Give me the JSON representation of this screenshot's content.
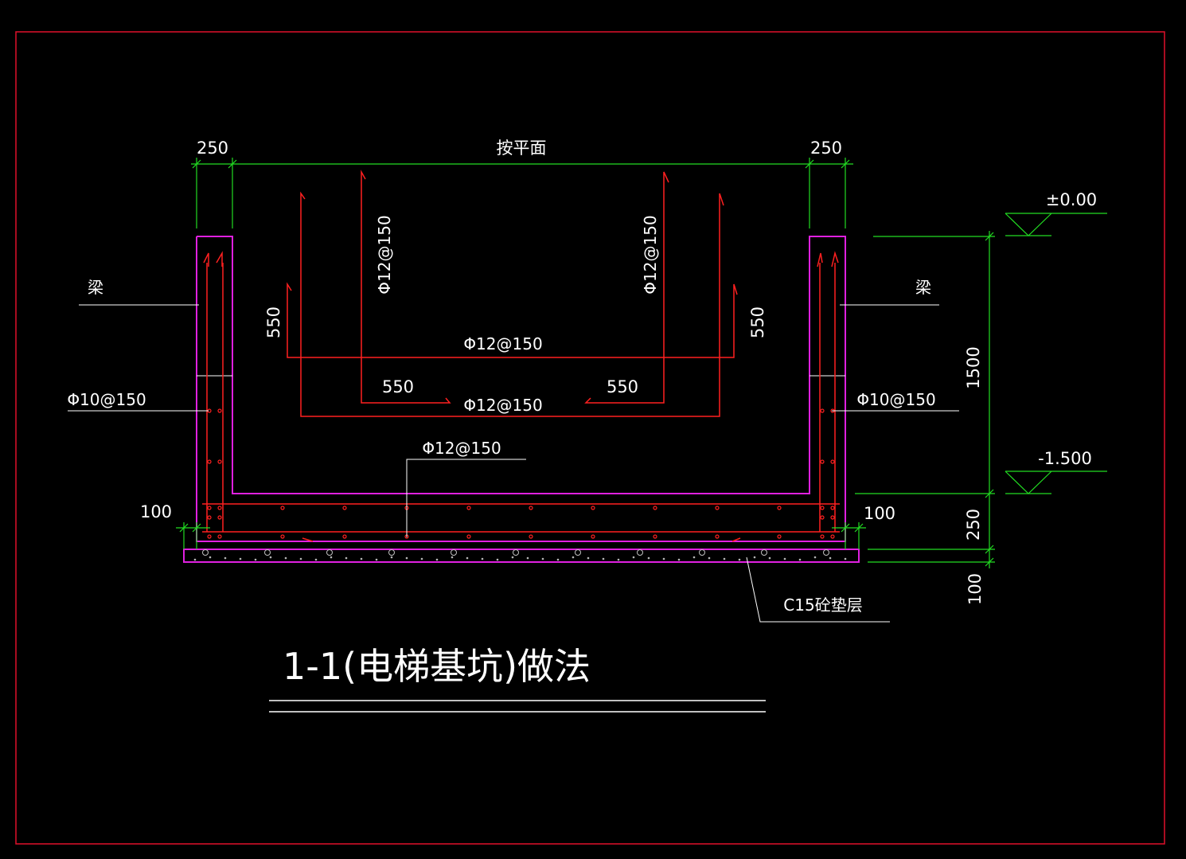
{
  "drawing": {
    "title": "1-1(电梯基坑)做法",
    "colors": {
      "background": "#000000",
      "frame": "#e0102a",
      "outline": "#e020e0",
      "rebar": "#ff2020",
      "dimension": "#22dd22",
      "text": "#ffffff",
      "leader": "#ffffff"
    },
    "dimensions": {
      "top_left": "250",
      "top_mid": "按平面",
      "top_right": "250",
      "left_bottom": "100",
      "right_bottom": "100",
      "right_height": "1500",
      "right_slab": "250",
      "right_pad": "100",
      "hook_left_vert": "550",
      "hook_right_vert": "550",
      "hook_left_horz": "550",
      "hook_right_horz": "550"
    },
    "elevations": {
      "top": "±0.00",
      "bottom": "-1.500"
    },
    "labels": {
      "beam_left": "梁",
      "beam_right": "梁",
      "wall_rebar_left": "Φ10@150",
      "wall_rebar_right": "Φ10@150",
      "rebar_vert_left": "Φ12@150",
      "rebar_vert_right": "Φ12@150",
      "rebar_horz_upper": "Φ12@150",
      "rebar_horz_lower": "Φ12@150",
      "rebar_slab": "Φ12@150",
      "pad": "C15砼垫层"
    }
  }
}
